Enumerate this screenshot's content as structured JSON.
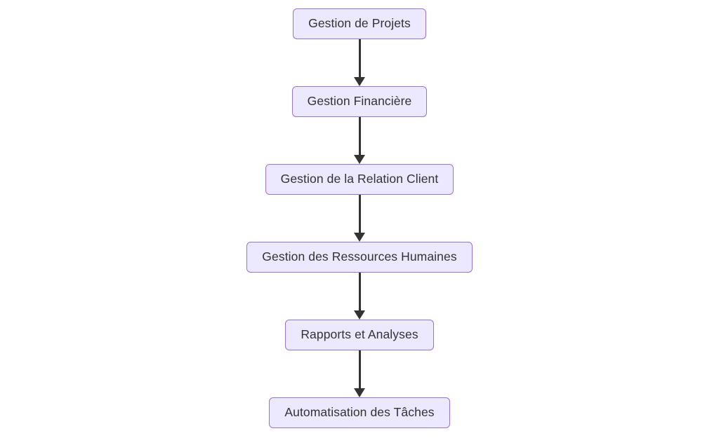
{
  "diagram": {
    "type": "flowchart",
    "direction": "top-to-bottom",
    "title": "",
    "colors": {
      "node_fill": "#ece8fd",
      "node_border": "#9673d6",
      "node_text": "#333333",
      "edge": "#333333",
      "background": "#ffffff"
    },
    "nodes": [
      {
        "id": "n1",
        "label": "Gestion de Projets"
      },
      {
        "id": "n2",
        "label": "Gestion Financière"
      },
      {
        "id": "n3",
        "label": "Gestion de la Relation Client"
      },
      {
        "id": "n4",
        "label": "Gestion des Ressources Humaines"
      },
      {
        "id": "n5",
        "label": "Rapports et Analyses"
      },
      {
        "id": "n6",
        "label": "Automatisation des Tâches"
      }
    ],
    "edges": [
      {
        "from": "n1",
        "to": "n2",
        "label": "",
        "arrow": "arrow-down"
      },
      {
        "from": "n2",
        "to": "n3",
        "label": "",
        "arrow": "arrow-down"
      },
      {
        "from": "n3",
        "to": "n4",
        "label": "",
        "arrow": "arrow-down"
      },
      {
        "from": "n4",
        "to": "n5",
        "label": "",
        "arrow": "arrow-down"
      },
      {
        "from": "n5",
        "to": "n6",
        "label": "",
        "arrow": "arrow-down"
      }
    ]
  }
}
